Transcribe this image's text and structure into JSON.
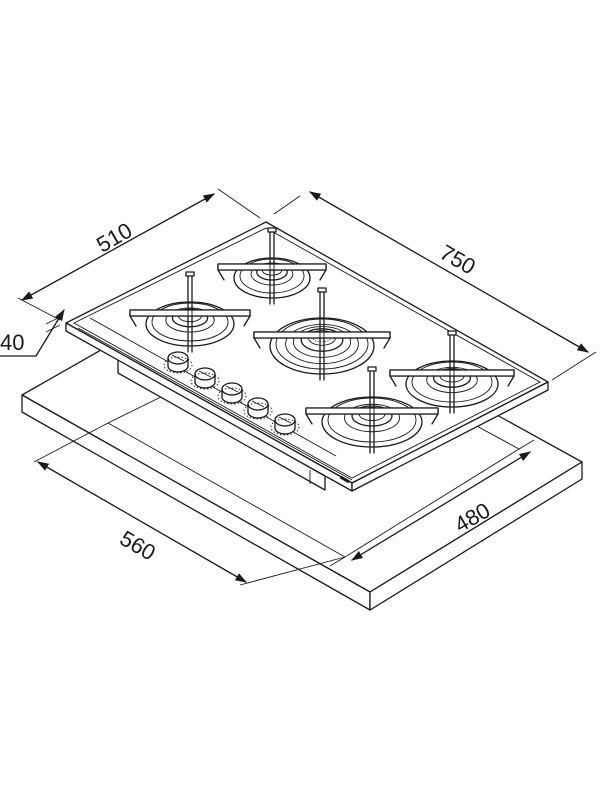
{
  "dimensions": {
    "width_top": "510",
    "length_top": "750",
    "thickness": "40",
    "cutout_length": "480",
    "cutout_width": "560"
  },
  "hob": {
    "burner_count": 5,
    "knob_count": 5
  },
  "colors": {
    "line": "#1a1a1a",
    "background": "#ffffff"
  }
}
